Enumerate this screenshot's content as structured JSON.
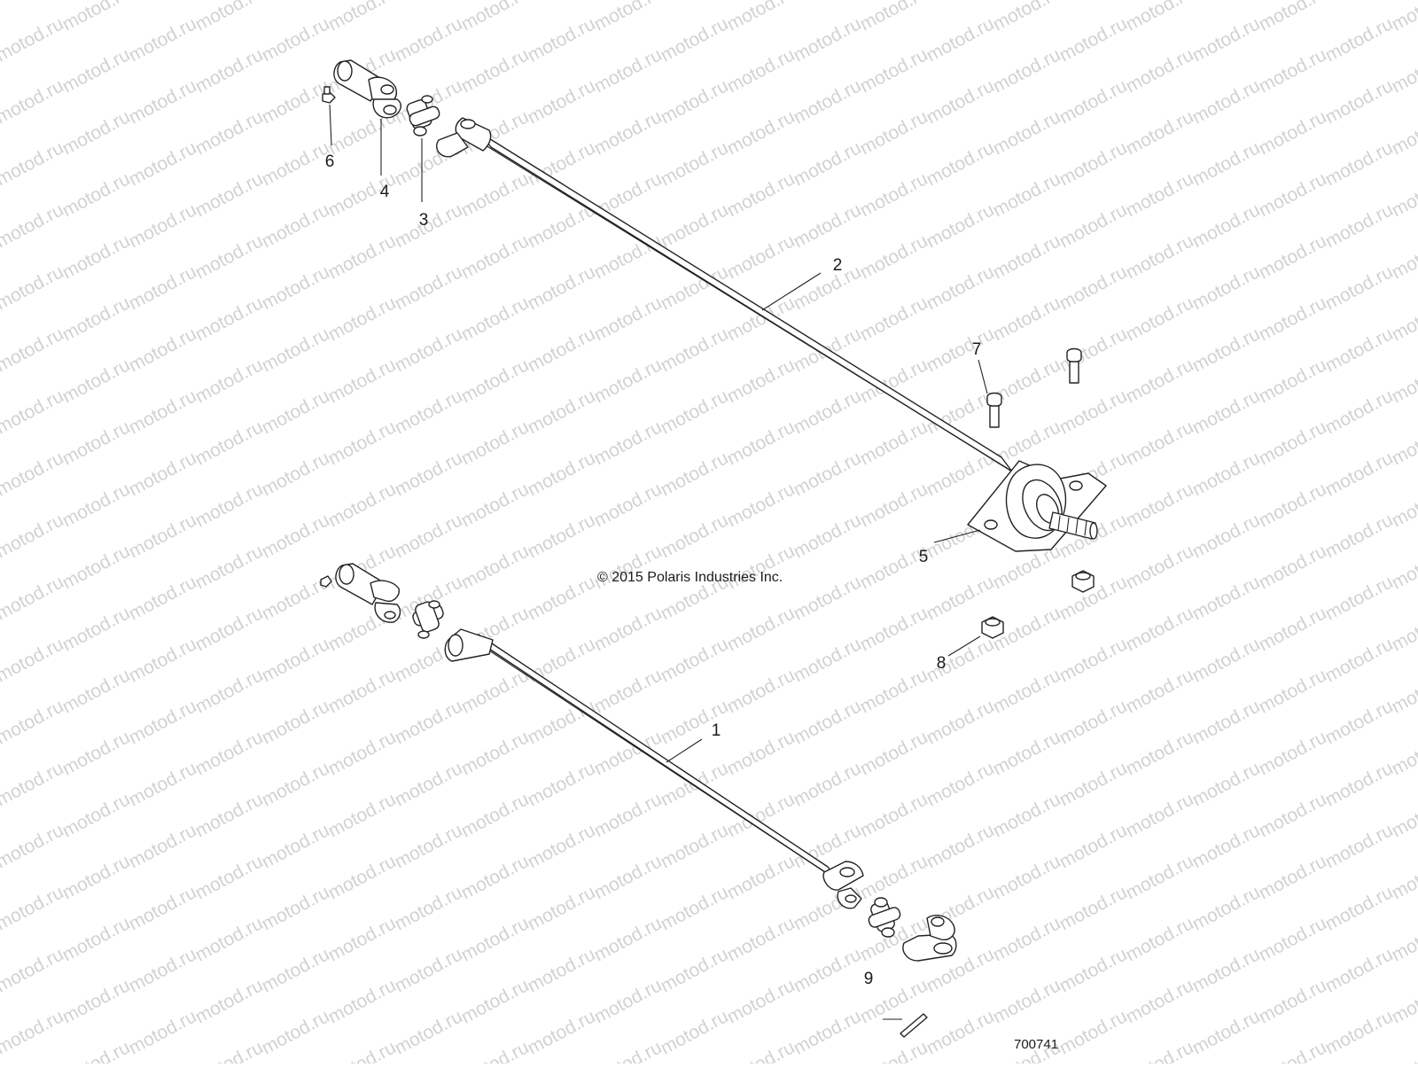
{
  "diagram": {
    "watermark": "motod.ru",
    "copyright": "© 2015 Polaris Industries Inc.",
    "figure_id": "700741",
    "callouts": [
      "1",
      "2",
      "3",
      "4",
      "5",
      "6",
      "7",
      "8",
      "9"
    ]
  }
}
